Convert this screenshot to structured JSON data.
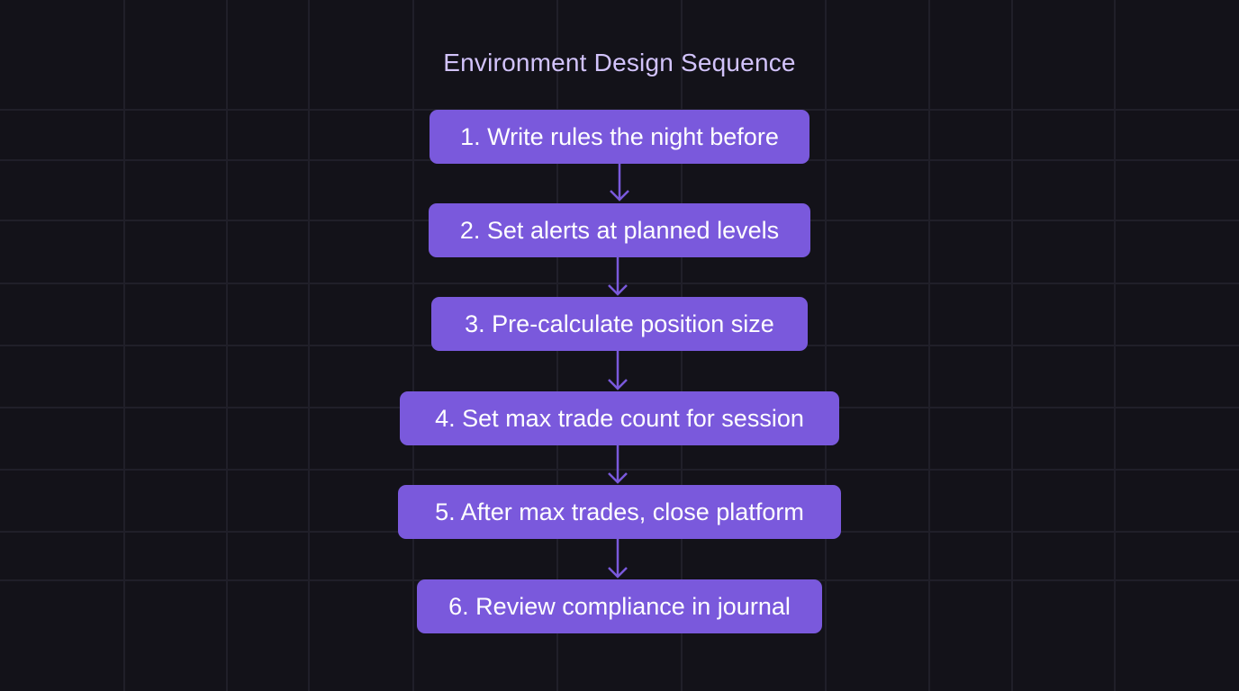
{
  "diagram": {
    "title": "Environment Design Sequence",
    "steps": [
      {
        "label": "1. Write rules the night before"
      },
      {
        "label": "2. Set alerts at planned levels"
      },
      {
        "label": "3. Pre-calculate position size"
      },
      {
        "label": "4. Set max trade count for session"
      },
      {
        "label": "5. After max trades, close platform"
      },
      {
        "label": "6. Review compliance in journal"
      }
    ],
    "colors": {
      "background": "#131219",
      "grid": "#201f29",
      "title": "#d2c3fb",
      "step_fill": "#7a59dc",
      "step_text": "#ffffff",
      "arrow": "#7a59dc"
    }
  }
}
